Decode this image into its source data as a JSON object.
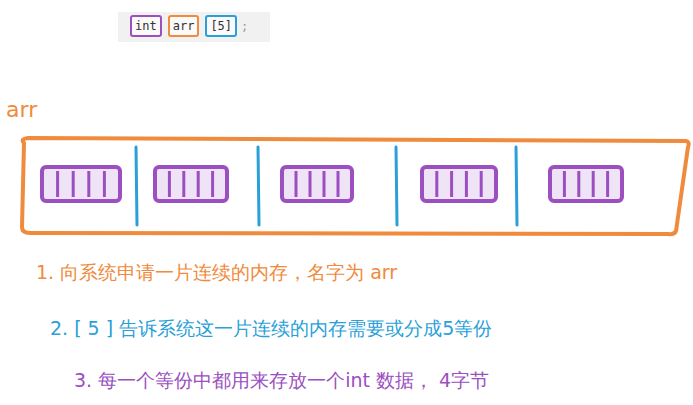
{
  "diagram": {
    "nodes": [
      {
        "text": [
          "int"
        ]
      },
      {
        "text": [
          "arr"
        ]
      },
      {
        "text": [
          "[5]"
        ]
      },
      {
        "text": [
          "arr"
        ]
      }
    ],
    "labels": [
      ";",
      "1. 向系统申请一片连续的内存，名字为 arr",
      "2. [ 5 ] 告诉系统这一片连续的内存需要或分成5等份",
      "3. 每一个等份中都用来存放一个int 数据， 4字节"
    ]
  }
}
